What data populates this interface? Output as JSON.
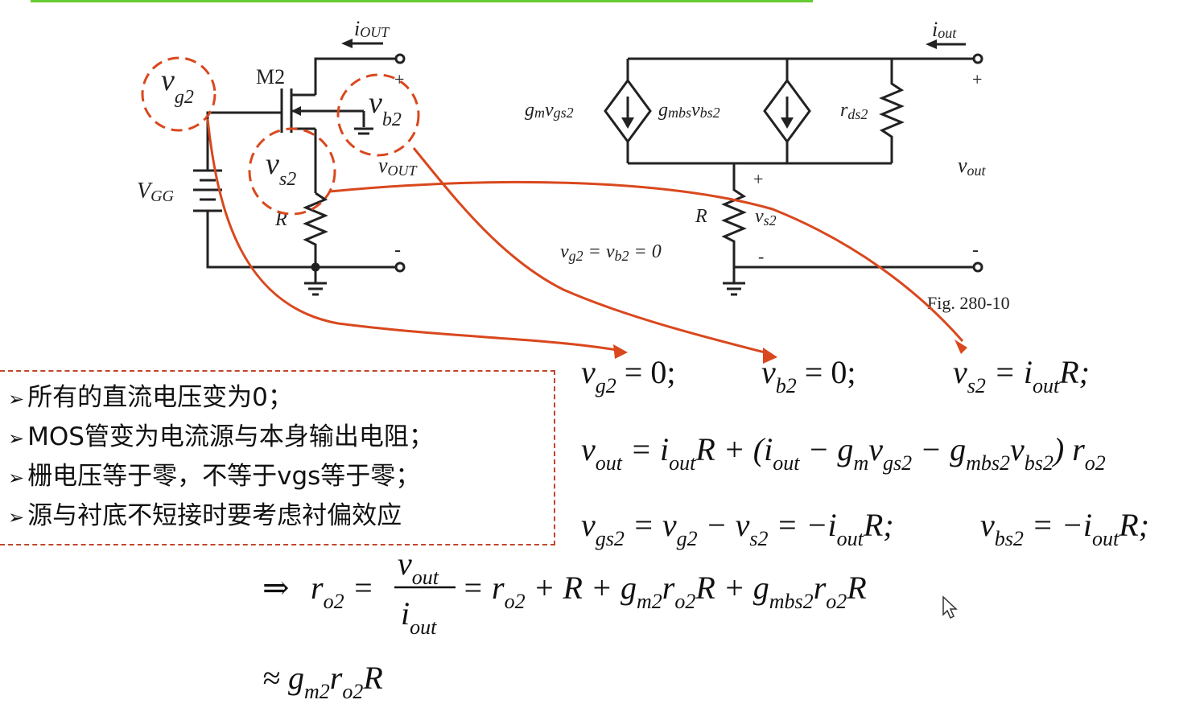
{
  "top_bar_color": "#66cc33",
  "arrow_color": "#d9481e",
  "circle_color": "#d9481e",
  "left_circuit": {
    "transistor_label": "M2",
    "current_label": "i",
    "current_sub": "OUT",
    "plus": "+",
    "minus": "-",
    "vout_label": "v",
    "vout_sub": "OUT",
    "vgg_label": "V",
    "vgg_sub": "GG",
    "resistor_label": "R",
    "circle_vg2": {
      "v": "v",
      "sub": "g2"
    },
    "circle_vb2": {
      "v": "v",
      "sub": "b2"
    },
    "circle_vs2": {
      "v": "v",
      "sub": "s2"
    }
  },
  "right_circuit": {
    "current_label": "i",
    "current_sub": "out",
    "plus": "+",
    "minus": "-",
    "gm_label": "g",
    "gm_sub1": "m",
    "gm_v": "v",
    "gm_sub2": "gs2",
    "gmbs_label": "g",
    "gmbs_sub1": "mbs",
    "gmbs_v": "v",
    "gmbs_sub2": "bs2",
    "rds_label": "r",
    "rds_sub": "ds2",
    "vout_label": "v",
    "vout_sub": "out",
    "r_label": "R",
    "vs_label": "v",
    "vs_sub": "s2",
    "vs_plus": "+",
    "vs_minus": "-",
    "cond_text": "v",
    "cond_sub1": "g2",
    "cond_mid": " = v",
    "cond_sub2": "b2",
    "cond_end": " = 0",
    "fig_label": "Fig. 280-10"
  },
  "notes": [
    "所有的直流电压变为0；",
    "MOS管变为电流源与本身输出电阻；",
    "栅电压等于零，不等于vgs等于零；",
    "源与衬底不短接时要考虑衬偏效应"
  ],
  "bullet": "➢",
  "equations": {
    "line1": [
      {
        "v": "v",
        "sub": "g2",
        "rest": " = 0;"
      },
      {
        "v": "v",
        "sub": "b2",
        "rest": " = 0;"
      },
      {
        "v": "v",
        "sub": "s2",
        "mid": " = i",
        "sub2": "out",
        "rest": "R;"
      }
    ],
    "line2": {
      "v": "v",
      "sub": "out",
      "a": " = i",
      "sub_a": "out",
      "b": "R + (i",
      "sub_b": "out",
      "c": " − g",
      "sub_c": "m",
      "d": "v",
      "sub_d": "gs2",
      "e": " − g",
      "sub_e": "mbs2",
      "f": "v",
      "sub_f": "bs2",
      "g": ") r",
      "sub_g": "o2"
    },
    "line3": {
      "v": "v",
      "sub": "gs2",
      "a": " = v",
      "sub_a": "g2",
      "b": " − v",
      "sub_b": "s2",
      "c": " = −i",
      "sub_c": "out",
      "d": "R;",
      "e": "v",
      "sub_e": "bs2",
      "f": " = −i",
      "sub_f": "out",
      "g": "R;"
    },
    "line4": {
      "arrow": "⇒",
      "r": "r",
      "sub_r": "o2",
      "eq": " = ",
      "num": "v",
      "sub_num": "out",
      "den": "i",
      "sub_den": "out",
      "rhs": "= r",
      "rhs_sub1": "o2",
      "rhs2": " + R + g",
      "rhs_sub2": "m2",
      "rhs3": "r",
      "rhs_sub3": "o2",
      "rhs4": "R + g",
      "rhs_sub4": "mbs2",
      "rhs5": "r",
      "rhs_sub5": "o2",
      "rhs6": "R"
    },
    "line5": {
      "approx": "≈ g",
      "sub1": "m2",
      "r": "r",
      "sub2": "o2",
      "end": "R"
    }
  }
}
